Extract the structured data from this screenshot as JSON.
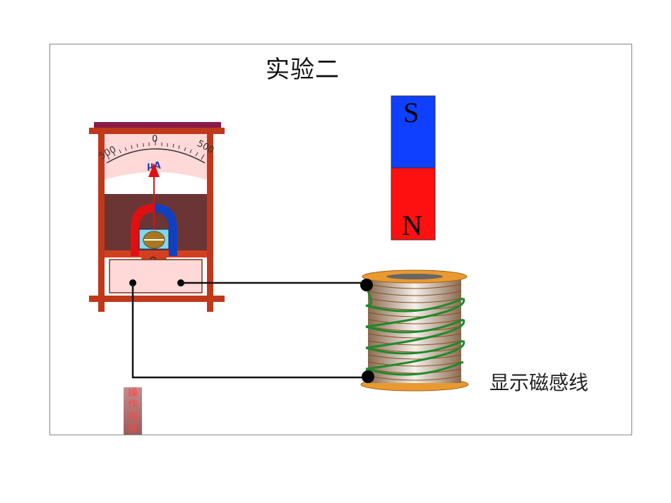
{
  "title": "实验二",
  "meter": {
    "unit": "μA",
    "scale_left": "500",
    "scale_center": "0",
    "scale_right": "500",
    "terminal_symbol": "⊖",
    "needle_reading": 0
  },
  "magnet": {
    "top_pole": "S",
    "bottom_pole": "N",
    "top_color": "#1040ff",
    "bottom_color": "#ff1010"
  },
  "controls": {
    "show_field_lines": "显示磁感线",
    "guide_chars": [
      "操",
      "作",
      "向",
      "导"
    ]
  },
  "colors": {
    "meter_frame": "#c0381a",
    "coil_wire": "#1f8a2a",
    "spool_flange": "#e89a30"
  }
}
